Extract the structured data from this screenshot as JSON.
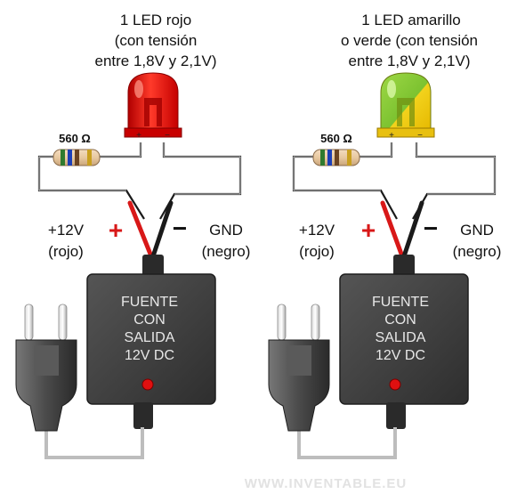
{
  "left": {
    "led_caption": [
      "1 LED rojo",
      "(con tensión",
      "entre 1,8V y 2,1V)"
    ],
    "resistor_label": "560 Ω",
    "plus_sign": "+",
    "minus_sign": "−",
    "positive_label": [
      "+12V",
      "(rojo)"
    ],
    "negative_label": [
      "GND",
      "(negro)"
    ],
    "psu_text": [
      "FUENTE",
      "CON",
      "SALIDA",
      "12V DC"
    ],
    "led_color": "#e01010"
  },
  "right": {
    "led_caption": [
      "1 LED amarillo",
      "o verde (con tensión",
      "entre 1,8V y 2,1V)"
    ],
    "resistor_label": "560 Ω",
    "plus_sign": "+",
    "minus_sign": "−",
    "positive_label": [
      "+12V",
      "(rojo)"
    ],
    "negative_label": [
      "GND",
      "(negro)"
    ],
    "psu_text": [
      "FUENTE",
      "CON",
      "SALIDA",
      "12V DC"
    ],
    "led_color_top": "#8fd13a",
    "led_color_bottom": "#f2d21c"
  },
  "watermark": "WWW.INVENTABLE.EU",
  "colors": {
    "wire_red": "#d81818",
    "wire_black": "#1a1a1a",
    "psu_body": "#3c3c3c",
    "psu_text": "#e8e8e8",
    "indicator": "#e01010"
  }
}
